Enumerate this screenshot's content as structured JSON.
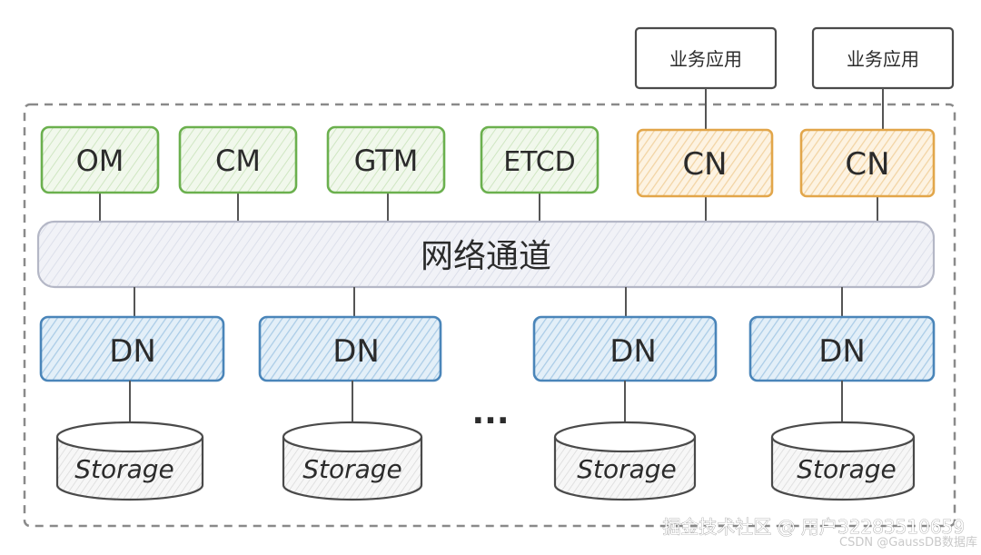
{
  "app_boxes": [
    {
      "label": "业务应用"
    },
    {
      "label": "业务应用"
    }
  ],
  "top_nodes": [
    {
      "label": "OM",
      "kind": "green"
    },
    {
      "label": "CM",
      "kind": "green"
    },
    {
      "label": "GTM",
      "kind": "green"
    },
    {
      "label": "ETCD",
      "kind": "green"
    },
    {
      "label": "CN",
      "kind": "orange"
    },
    {
      "label": "CN",
      "kind": "orange"
    }
  ],
  "network": {
    "label": "网络通道"
  },
  "dn_nodes": [
    {
      "label": "DN"
    },
    {
      "label": "DN"
    },
    {
      "label": "DN"
    },
    {
      "label": "DN"
    }
  ],
  "storage_nodes": [
    {
      "label": "Storage"
    },
    {
      "label": "Storage"
    },
    {
      "label": "Storage"
    },
    {
      "label": "Storage"
    }
  ],
  "ellipsis": "...",
  "watermark": {
    "primary": "掘金技术社区 @ 用户32283510659",
    "secondary": "CSDN @GaussDB数据库"
  },
  "colors": {
    "green": "#6bb04e",
    "green_fill": "#eef6e8",
    "orange": "#e2a64a",
    "orange_fill": "#fcefd9",
    "blue": "#4a85b9",
    "blue_fill": "#d5e7f4",
    "network_stroke": "#b4b7c6",
    "network_fill": "#eceef5",
    "dark": "#3a3a3a"
  }
}
